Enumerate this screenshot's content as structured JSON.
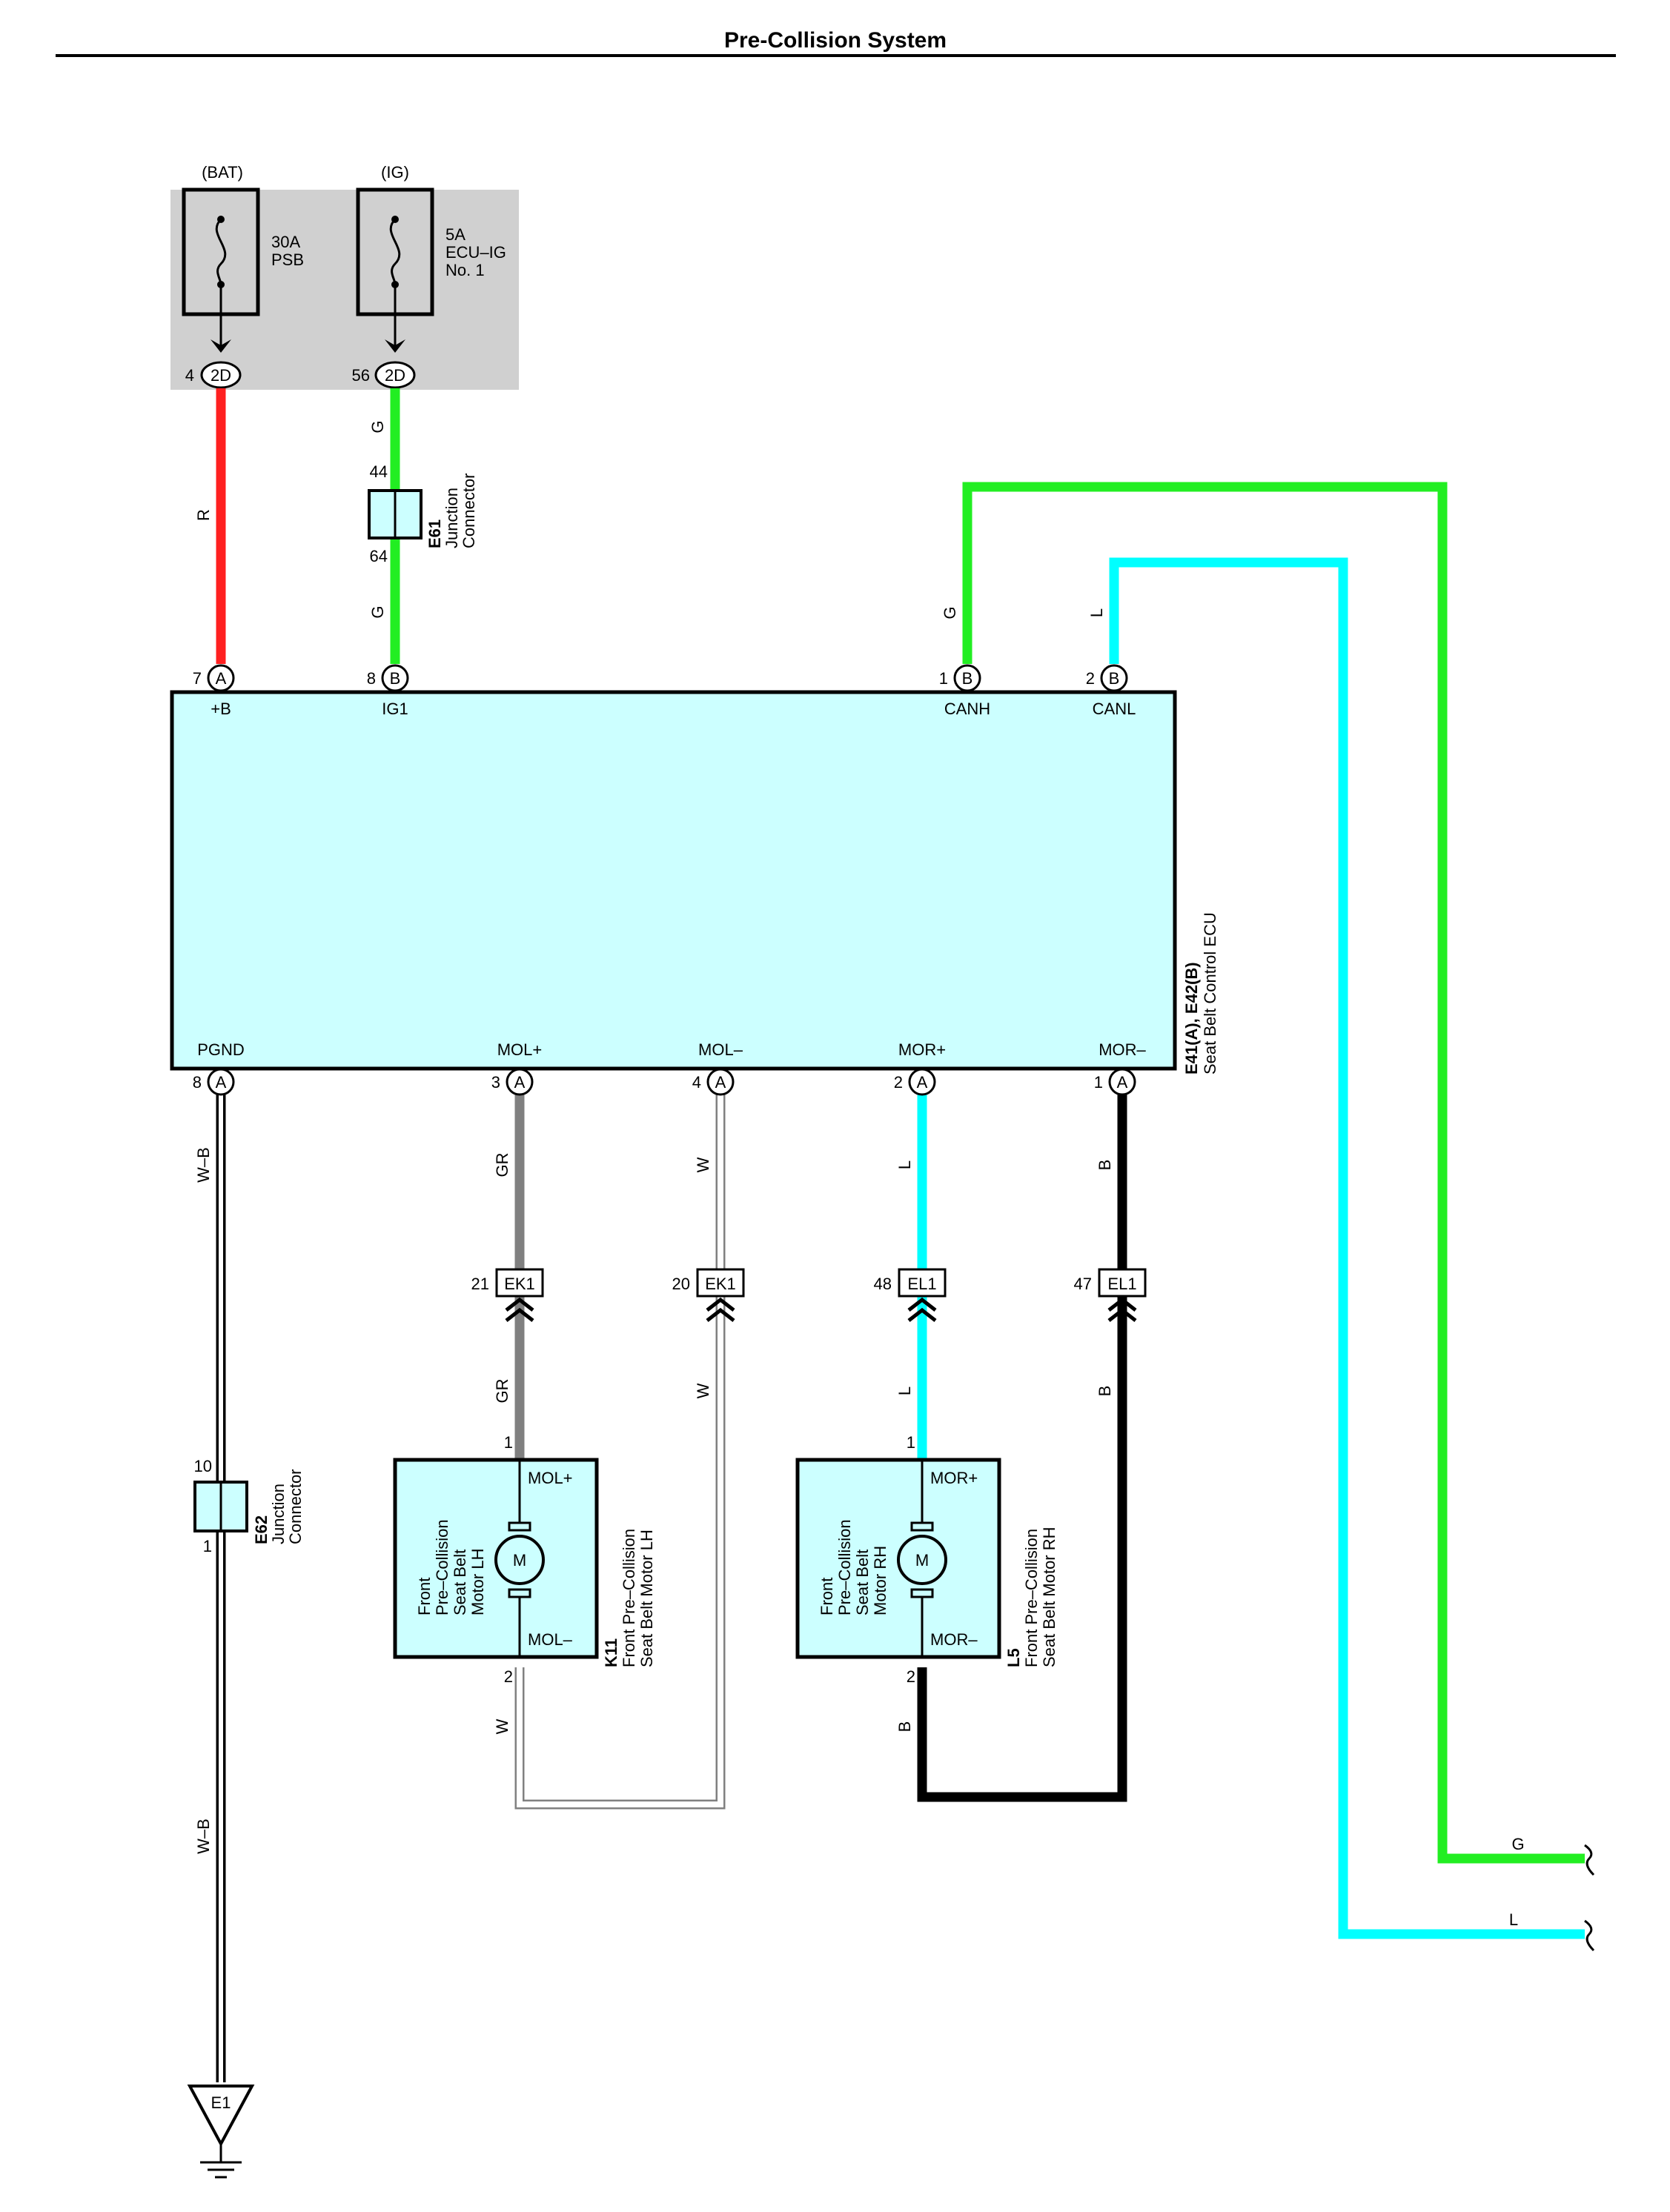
{
  "title": "Pre-Collision System",
  "colors": {
    "red": "#ff2020",
    "green": "#22ee22",
    "cyan": "#00ffff",
    "gray": "#808080",
    "black": "#000000",
    "white": "#ffffff",
    "ecu_fill": "#ccffff",
    "fuse_box": "#d0d0d0"
  },
  "fuse_box": {
    "bat": {
      "label": "(BAT)",
      "amp": "30A",
      "name": "PSB",
      "pin": "4",
      "connector": "2D"
    },
    "ig": {
      "label": "(IG)",
      "amp": "5A",
      "name1": "ECU–IG",
      "name2": "No. 1",
      "pin": "56",
      "connector": "2D"
    }
  },
  "wires": {
    "bat_wire": "R",
    "ig_wire_top": "G",
    "ig_wire_bottom": "G",
    "canh_wire": "G",
    "canl_wire": "L",
    "pgnd_wire_top": "W–B",
    "pgnd_wire_bottom": "W–B",
    "mol_plus_top": "GR",
    "mol_plus_bottom": "GR",
    "mol_minus_top": "W",
    "mol_minus_bottom": "W",
    "mor_plus_top": "L",
    "mor_plus_bottom": "L",
    "mor_minus_top": "B",
    "mor_minus_bottom": "B",
    "lh_motor_pin2_wire": "W",
    "rh_motor_pin2_wire": "B",
    "out_g": "G",
    "out_l": "L"
  },
  "e61": {
    "code": "E61",
    "name1": "Junction",
    "name2": "Connector",
    "pin_top": "44",
    "pin_bottom": "64"
  },
  "e62": {
    "code": "E62",
    "name1": "Junction",
    "name2": "Connector",
    "pin_top": "10",
    "pin_bottom": "1"
  },
  "ecu": {
    "code": "E41(A), E42(B)",
    "name": "Seat Belt Control ECU",
    "top_pins": [
      {
        "num": "7",
        "conn": "A",
        "label": "+B"
      },
      {
        "num": "8",
        "conn": "B",
        "label": "IG1"
      },
      {
        "num": "1",
        "conn": "B",
        "label": "CANH"
      },
      {
        "num": "2",
        "conn": "B",
        "label": "CANL"
      }
    ],
    "bottom_pins": [
      {
        "num": "8",
        "conn": "A",
        "label": "PGND"
      },
      {
        "num": "3",
        "conn": "A",
        "label": "MOL+"
      },
      {
        "num": "4",
        "conn": "A",
        "label": "MOL–"
      },
      {
        "num": "2",
        "conn": "A",
        "label": "MOR+"
      },
      {
        "num": "1",
        "conn": "A",
        "label": "MOR–"
      }
    ]
  },
  "inline_connectors": [
    {
      "pin": "21",
      "name": "EK1"
    },
    {
      "pin": "20",
      "name": "EK1"
    },
    {
      "pin": "48",
      "name": "EL1"
    },
    {
      "pin": "47",
      "name": "EL1"
    }
  ],
  "motor_lh": {
    "code": "K11",
    "name1": "Front Pre–Collision",
    "name2": "Seat Belt Motor LH",
    "inner1": "Front",
    "inner2": "Pre–Collision",
    "inner3": "Seat Belt",
    "inner4": "Motor LH",
    "plus": "MOL+",
    "minus": "MOL–",
    "pin1": "1",
    "pin2": "2",
    "motor": "M"
  },
  "motor_rh": {
    "code": "L5",
    "name1": "Front Pre–Collision",
    "name2": "Seat Belt Motor RH",
    "inner1": "Front",
    "inner2": "Pre–Collision",
    "inner3": "Seat Belt",
    "inner4": "Motor RH",
    "plus": "MOR+",
    "minus": "MOR–",
    "pin1": "1",
    "pin2": "2",
    "motor": "M"
  },
  "ground": {
    "code": "E1"
  }
}
